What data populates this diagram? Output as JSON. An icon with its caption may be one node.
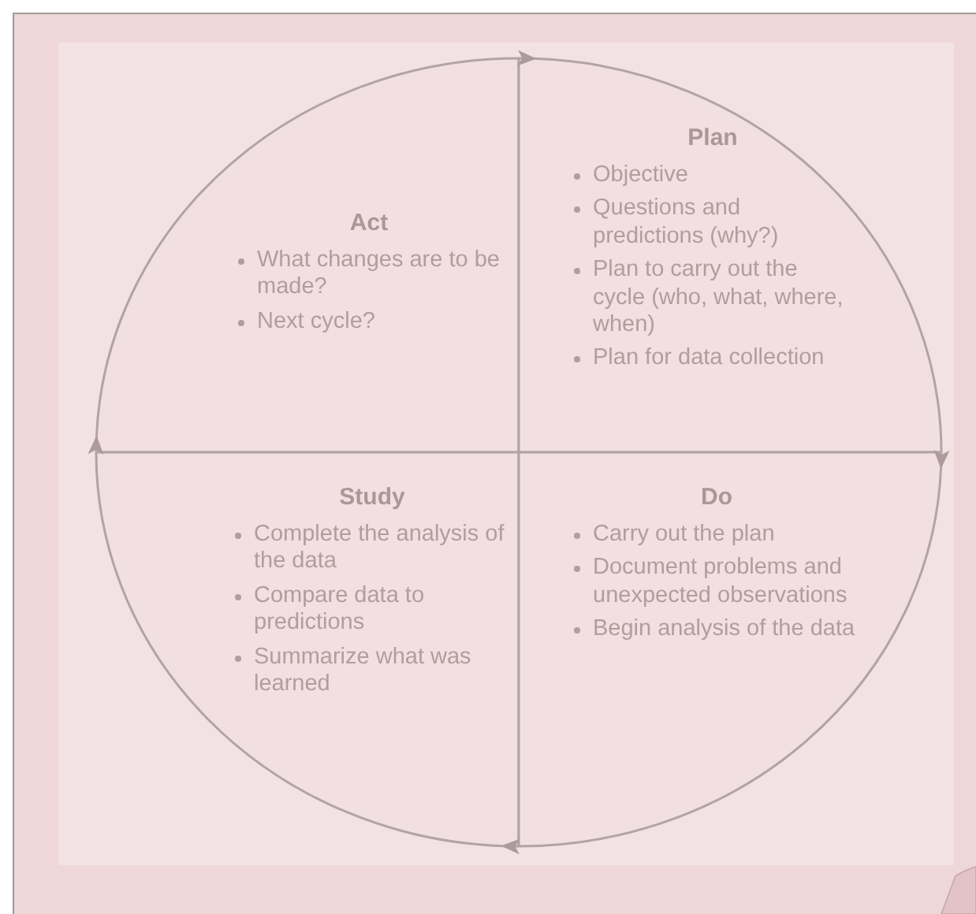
{
  "diagram": {
    "nodes": [
      {
        "text": [
          "Act",
          "What changes are to be made?",
          "Next cycle?"
        ]
      },
      {
        "text": [
          "Plan",
          "Objective",
          "Questions and predictions (why?)",
          "Plan to carry out the cycle (who, what, where, when)",
          "Plan for data collection"
        ]
      },
      {
        "text": [
          "Study",
          "Complete the analysis of the data",
          "Compare data to predictions",
          "Summarize what was learned"
        ]
      },
      {
        "text": [
          "Do",
          "Carry out the plan",
          "Document problems and unexpected observations",
          "Begin analysis of the data"
        ]
      }
    ],
    "edges": [
      {
        "from": 0,
        "to": 1,
        "arrow": "to"
      },
      {
        "from": 1,
        "to": 3,
        "arrow": "to"
      },
      {
        "from": 3,
        "to": 2,
        "arrow": "to"
      },
      {
        "from": 2,
        "to": 0,
        "arrow": "to"
      }
    ]
  }
}
